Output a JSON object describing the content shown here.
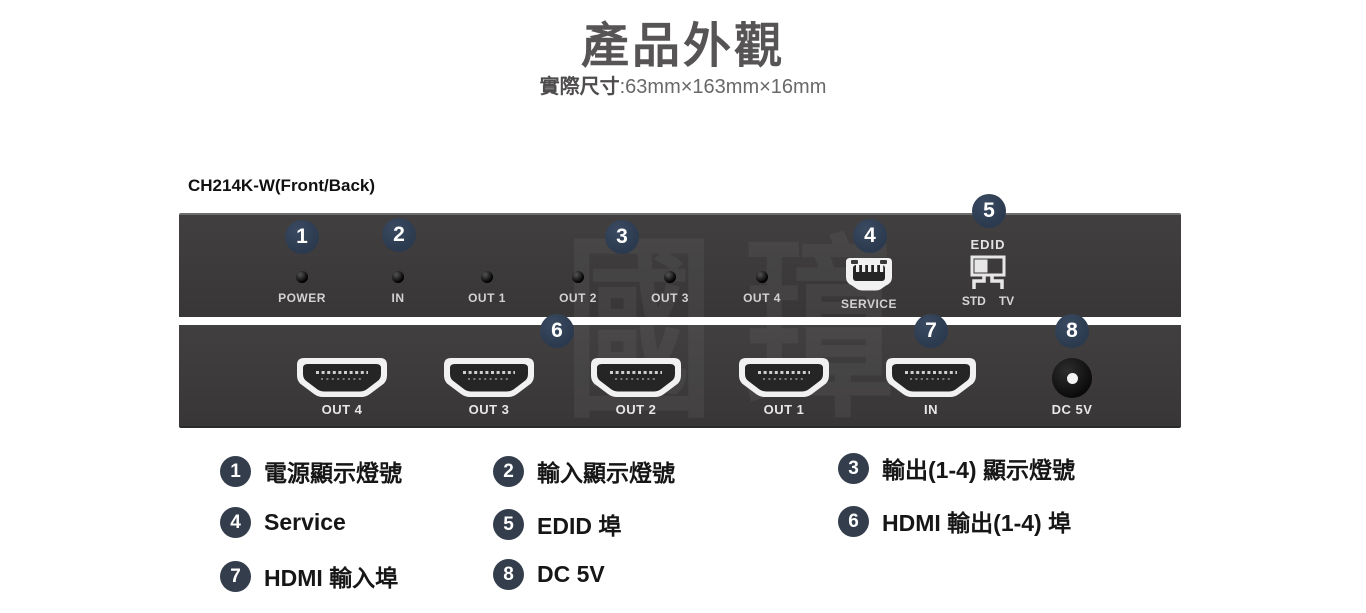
{
  "header": {
    "title": "產品外觀",
    "size_label": "實際尺寸",
    "size_value": ":63mm×163mm×16mm"
  },
  "model_label": "CH214K-W(Front/Back)",
  "watermark": "國璋",
  "colors": {
    "panel": "#3a3838",
    "callout_circle_panel": "#2e3c50",
    "callout_circle_legend": "#333d4b",
    "led_label": "#d3d2d2",
    "port_label": "#e8e7e7"
  },
  "callouts": [
    "1",
    "2",
    "3",
    "4",
    "5",
    "6",
    "7",
    "8"
  ],
  "front_panel": {
    "leds": [
      {
        "label": "POWER"
      },
      {
        "label": "IN"
      },
      {
        "label": "OUT 1"
      },
      {
        "label": "OUT 2"
      },
      {
        "label": "OUT 3"
      },
      {
        "label": "OUT 4"
      }
    ],
    "service_label": "SERVICE",
    "edid": {
      "title": "EDID",
      "std": "STD",
      "tv": "TV"
    }
  },
  "back_panel": {
    "ports": [
      {
        "label": "OUT 4"
      },
      {
        "label": "OUT 3"
      },
      {
        "label": "OUT 2"
      },
      {
        "label": "OUT 1"
      },
      {
        "label": "IN"
      }
    ],
    "dc_label": "DC 5V"
  },
  "legend": [
    {
      "num": "1",
      "text": "電源顯示燈號"
    },
    {
      "num": "2",
      "text": "輸入顯示燈號"
    },
    {
      "num": "3",
      "text": "輸出(1-4) 顯示燈號"
    },
    {
      "num": "4",
      "text": "Service"
    },
    {
      "num": "5",
      "text": "EDID 埠"
    },
    {
      "num": "6",
      "text": "HDMI 輸出(1-4) 埠"
    },
    {
      "num": "7",
      "text": "HDMI 輸入埠"
    },
    {
      "num": "8",
      "text": "DC 5V"
    }
  ]
}
